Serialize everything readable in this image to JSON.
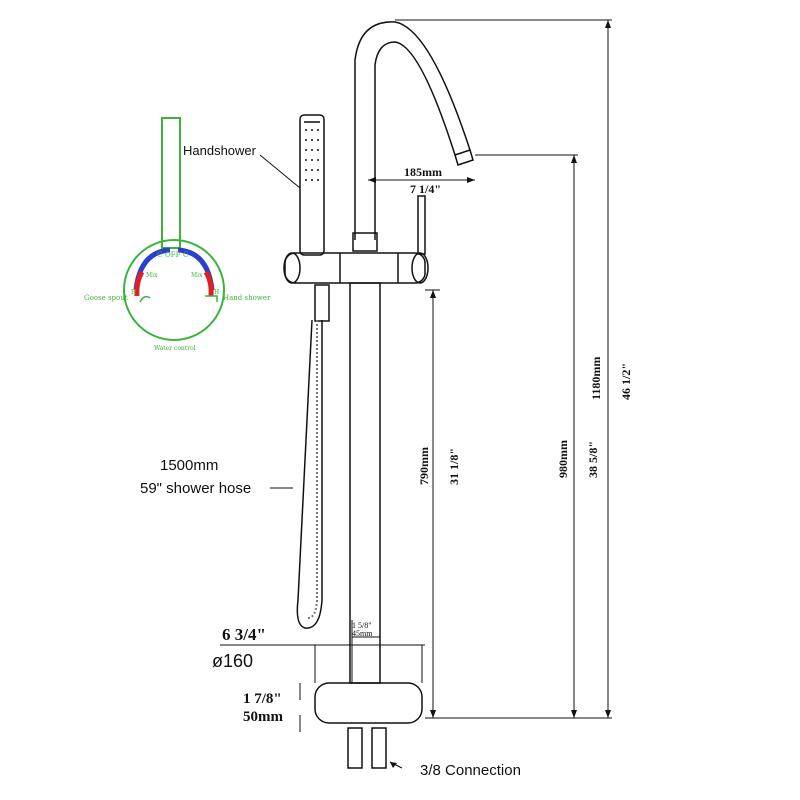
{
  "labels": {
    "handshower": "Handshower",
    "hose_mm": "1500mm",
    "hose_in": "59\" shower hose",
    "connection": "3/8 Connection"
  },
  "dimensions": {
    "spout_reach_mm": "185mm",
    "spout_reach_in": "7 1/4\"",
    "height_to_handle_mm": "790mm",
    "height_to_handle_in": "31 1/8\"",
    "spout_height_mm": "980mm",
    "spout_height_in": "38 5/8\"",
    "total_height_mm": "1180mm",
    "total_height_in": "46 1/2\"",
    "base_diam_in": "6 3/4\"",
    "base_diam_mm": "ø160",
    "pipe_in": "1 5/8\"",
    "pipe_mm": "45mm",
    "base_h_in": "1 7/8\"",
    "base_h_mm": "50mm"
  },
  "control_diagram": {
    "left": "C",
    "off": "OFF",
    "right": "C",
    "mix_left": "Mix",
    "mix_right": "Mix",
    "h_left": "H",
    "h_right": "H",
    "goose_spout": "Goose spout",
    "hand_shower": "Hand shower",
    "caption": "Water control"
  },
  "colors": {
    "green": "#3cb43c",
    "blue": "#2a3fd0",
    "red": "#e02020",
    "line": "#111111"
  }
}
